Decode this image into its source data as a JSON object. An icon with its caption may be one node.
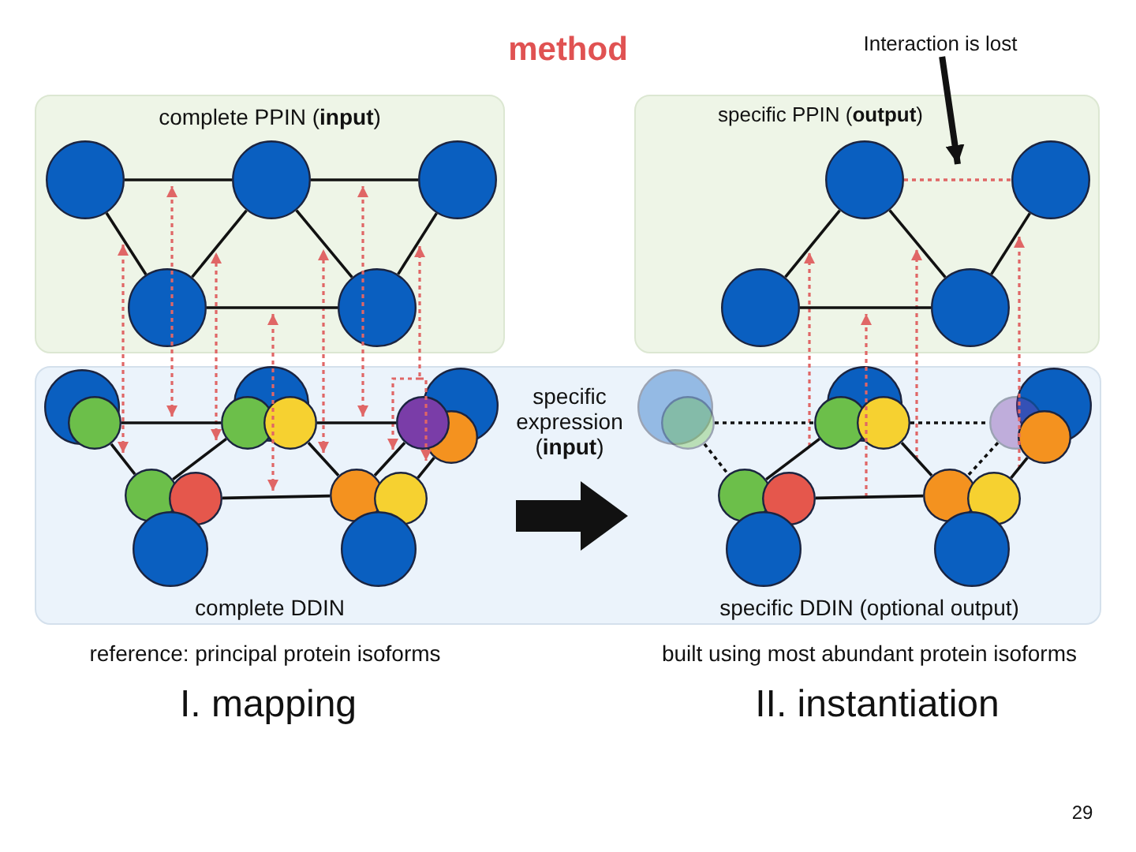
{
  "diagram": {
    "title": "method",
    "nodes": [
      {
        "text": [
          "complete PPIN (**input**)"
        ]
      },
      {
        "text": [],
        "shape": "circle",
        "in": 0
      },
      {
        "text": [],
        "shape": "circle",
        "in": 0
      },
      {
        "text": [],
        "shape": "circle",
        "in": 0
      },
      {
        "text": [],
        "shape": "circle",
        "in": 0
      },
      {
        "text": [],
        "shape": "circle",
        "in": 0
      },
      {
        "text": [
          "Interaction is lost"
        ]
      },
      {
        "text": [
          "specific PPIN (**output**)"
        ]
      },
      {
        "text": [],
        "shape": "circle",
        "in": 7
      },
      {
        "text": [],
        "shape": "circle",
        "in": 7
      },
      {
        "text": [],
        "shape": "circle",
        "in": 7
      },
      {
        "text": [],
        "shape": "circle",
        "in": 7
      },
      {
        "text": [
          "complete DDIN",
          "specific expression (**input**)",
          "specific DDIN (optional output)"
        ]
      },
      {
        "text": [],
        "shape": "circle",
        "in": 12
      },
      {
        "text": [],
        "shape": "circle",
        "in": 12
      },
      {
        "text": [],
        "shape": "circle",
        "in": 12
      },
      {
        "text": [],
        "shape": "circle",
        "in": 12
      },
      {
        "text": [],
        "shape": "circle",
        "in": 12
      },
      {
        "text": [],
        "shape": "circle",
        "in": 12
      },
      {
        "text": [],
        "shape": "circle",
        "in": 12
      },
      {
        "text": [],
        "shape": "circle",
        "in": 12
      },
      {
        "text": [],
        "shape": "circle",
        "in": 12
      },
      {
        "text": [],
        "shape": "circle",
        "in": 12
      },
      {
        "text": [],
        "shape": "circle",
        "in": 12
      },
      {
        "text": [],
        "shape": "circle",
        "in": 12
      },
      {
        "text": [],
        "shape": "circle",
        "in": 12
      },
      {
        "text": [],
        "shape": "circle",
        "in": 12
      },
      {
        "text": [],
        "shape": "circle",
        "in": 12
      },
      {
        "text": [],
        "shape": "circle",
        "in": 12
      },
      {
        "text": [],
        "shape": "circle",
        "in": 12
      },
      {
        "text": [],
        "shape": "circle",
        "in": 12
      },
      {
        "text": [],
        "shape": "circle",
        "in": 12
      },
      {
        "text": [],
        "shape": "circle",
        "in": 12
      },
      {
        "text": [],
        "shape": "circle",
        "in": 12
      },
      {
        "text": [],
        "shape": "circle",
        "in": 12
      },
      {
        "text": [],
        "shape": "circle",
        "in": 12
      },
      {
        "text": [],
        "shape": "circle",
        "in": 12
      },
      {
        "text": [],
        "shape": "circle",
        "in": 12
      },
      {
        "text": [],
        "shape": "circle",
        "in": 12
      },
      {
        "text": [],
        "shape": "circle",
        "in": 12
      },
      {
        "text": [],
        "shape": "circle",
        "in": 12
      }
    ],
    "edges": [
      {
        "from": 1,
        "to": 2,
        "arrow": "none"
      },
      {
        "from": 2,
        "to": 3,
        "arrow": "none"
      },
      {
        "from": 1,
        "to": 4,
        "arrow": "none"
      },
      {
        "from": 2,
        "to": 4,
        "arrow": "none"
      },
      {
        "from": 2,
        "to": 5,
        "arrow": "none"
      },
      {
        "from": 3,
        "to": 5,
        "arrow": "none"
      },
      {
        "from": 4,
        "to": 5,
        "arrow": "none"
      },
      {
        "from": 8,
        "to": 9,
        "arrow": "none",
        "style": "dashed",
        "color": "#e06666"
      },
      {
        "from": 8,
        "to": 10,
        "arrow": "none"
      },
      {
        "from": 8,
        "to": 11,
        "arrow": "none"
      },
      {
        "from": 9,
        "to": 11,
        "arrow": "none"
      },
      {
        "from": 10,
        "to": 11,
        "arrow": "none"
      },
      {
        "from": 14,
        "to": 16,
        "arrow": "none"
      },
      {
        "from": 17,
        "to": 19,
        "arrow": "none"
      },
      {
        "from": 14,
        "to": 22,
        "arrow": "none"
      },
      {
        "from": 16,
        "to": 22,
        "arrow": "none"
      },
      {
        "from": 17,
        "to": 25,
        "arrow": "none"
      },
      {
        "from": 19,
        "to": 25,
        "arrow": "none"
      },
      {
        "from": 20,
        "to": 26,
        "arrow": "none"
      },
      {
        "from": 23,
        "to": 25,
        "arrow": "none"
      },
      {
        "from": 28,
        "to": 30,
        "arrow": "none",
        "style": "dashed"
      },
      {
        "from": 31,
        "to": 33,
        "arrow": "none",
        "style": "dashed"
      },
      {
        "from": 28,
        "to": 36,
        "arrow": "none",
        "style": "dashed"
      },
      {
        "from": 30,
        "to": 36,
        "arrow": "none"
      },
      {
        "from": 31,
        "to": 39,
        "arrow": "none"
      },
      {
        "from": 33,
        "to": 39,
        "arrow": "none",
        "style": "dashed"
      },
      {
        "from": 34,
        "to": 40,
        "arrow": "none"
      },
      {
        "from": 37,
        "to": 39,
        "arrow": "none"
      },
      {
        "from": 6,
        "to": null,
        "arrow": "to",
        "style": "thick"
      }
    ],
    "labels": [
      "reference: principal protein isoforms",
      "built using most abundant protein isoforms",
      "I. mapping",
      "II. instantiation",
      "29"
    ]
  }
}
